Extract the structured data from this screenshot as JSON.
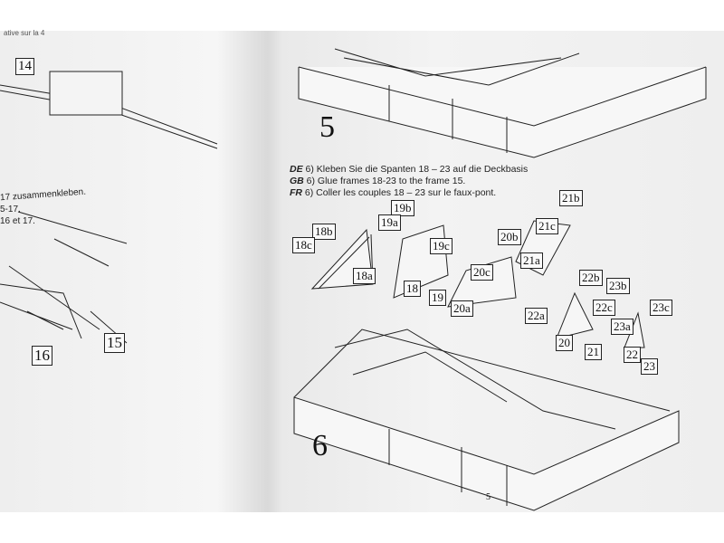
{
  "left_page": {
    "text_fragments": [
      "ative sur la 4",
      "17 zusammenkleben.",
      "5-17.",
      "16 et 17."
    ],
    "labels": [
      "14",
      "15",
      "16"
    ]
  },
  "right_page": {
    "steps": [
      "5",
      "6"
    ],
    "instructions": [
      {
        "lang": "DE",
        "text": "6) Kleben Sie die Spanten 18 – 23 auf die Deckbasis"
      },
      {
        "lang": "GB",
        "text": "6) Glue frames 18-23 to the frame 15."
      },
      {
        "lang": "FR",
        "text": "6) Coller les couples 18 – 23 sur le faux-pont."
      }
    ],
    "part_labels": [
      "18b",
      "18c",
      "18a",
      "19b",
      "19a",
      "19c",
      "20b",
      "20c",
      "20a",
      "21b",
      "21c",
      "21a",
      "22b",
      "22c",
      "22a",
      "23b",
      "23c",
      "23a"
    ],
    "frame_labels": [
      "18",
      "19",
      "20",
      "21",
      "22",
      "23"
    ],
    "page_number": "5"
  }
}
